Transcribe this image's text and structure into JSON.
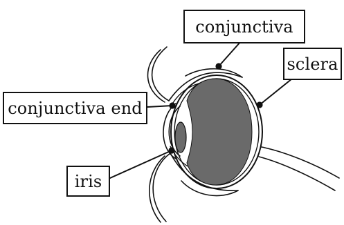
{
  "labels": {
    "conjunctiva": "conjunctiva",
    "sclera": "sclera",
    "conjunctiva_end": "conjunctiva end",
    "iris": "iris"
  },
  "colors": {
    "ink": "#111111",
    "vitreous_fill": "#6a6a6a",
    "iris_fill": "#6a6a6a",
    "background": "#ffffff"
  }
}
